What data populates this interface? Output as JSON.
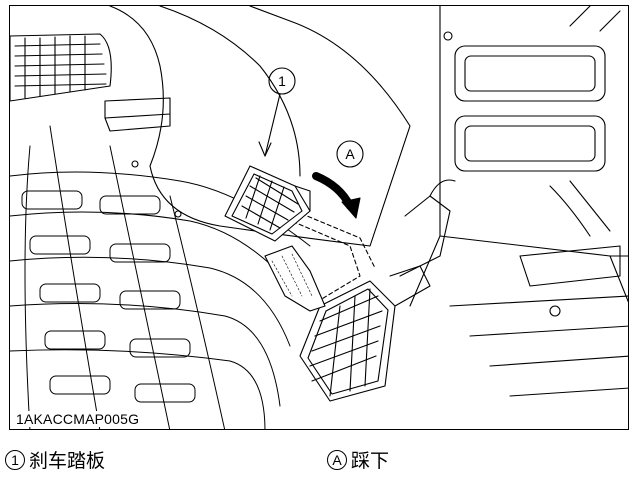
{
  "figure": {
    "code": "1AKACCMAP005G",
    "callouts": {
      "marker_1": "1",
      "marker_a": "A"
    }
  },
  "legend": [
    {
      "marker": "1",
      "text": "刹车踏板"
    },
    {
      "marker": "A",
      "text": "踩下"
    }
  ]
}
